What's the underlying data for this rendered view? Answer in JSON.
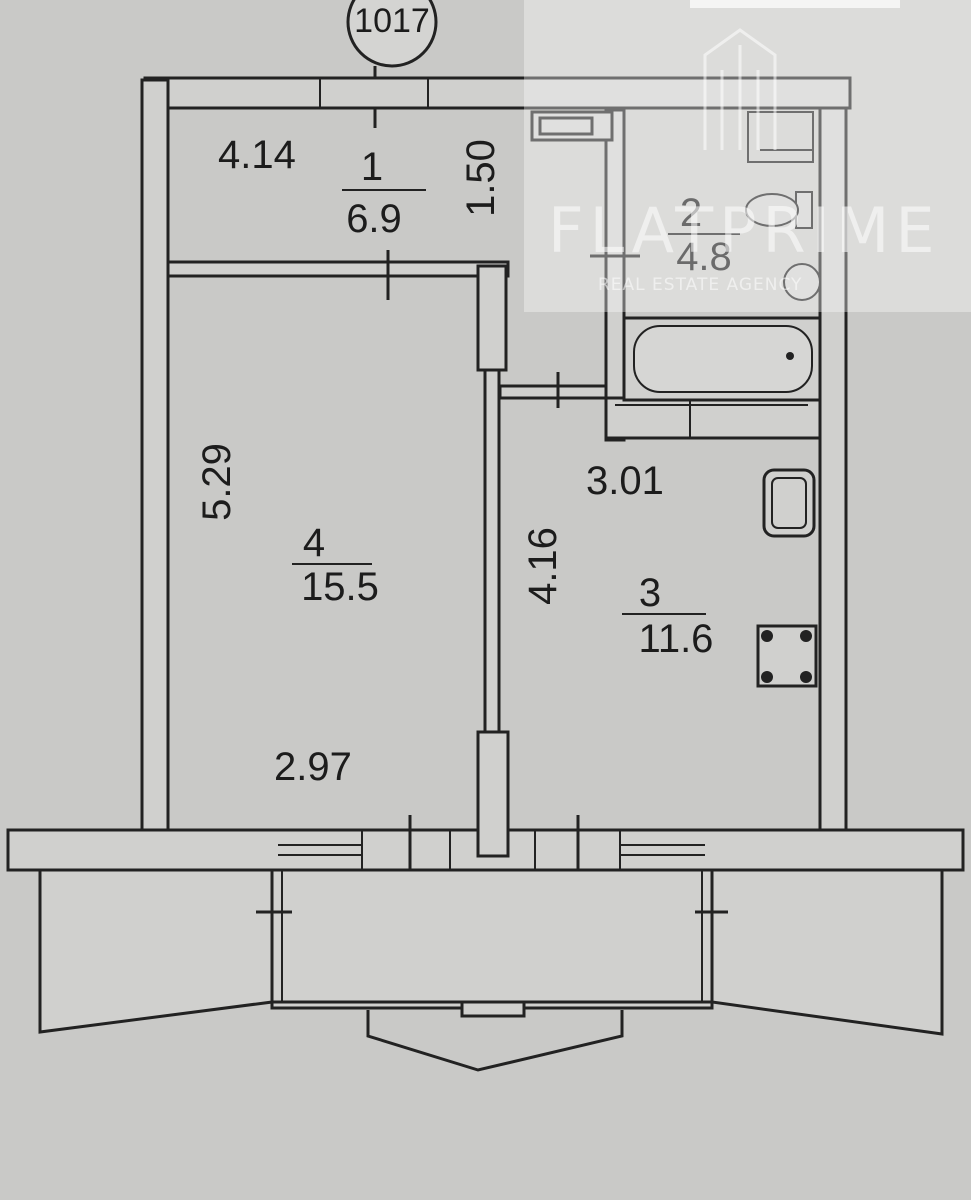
{
  "plan": {
    "apartment_number": "1017",
    "rooms": [
      {
        "id": "1",
        "number": "1",
        "area": "6.9",
        "length": "4.14",
        "width": "1.50"
      },
      {
        "id": "2",
        "number": "2",
        "area": "4.8"
      },
      {
        "id": "3",
        "number": "3",
        "area": "11.6",
        "length": "3.01",
        "width": "4.16"
      },
      {
        "id": "4",
        "number": "4",
        "area": "15.5",
        "length": "5.29",
        "width": "2.97"
      }
    ]
  },
  "watermark": {
    "brand": "FLATPRIME",
    "tagline": "REAL ESTATE AGENCY"
  },
  "colors": {
    "background": "#c9c9c7",
    "lines": "#222222"
  }
}
